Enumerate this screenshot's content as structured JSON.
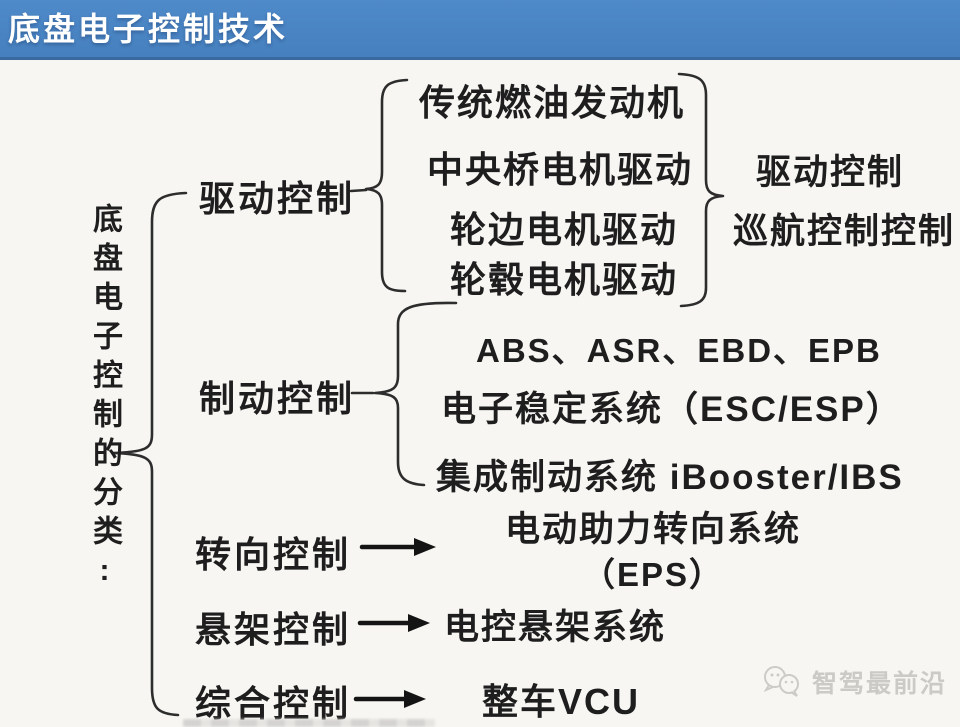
{
  "header": {
    "title": "底盘电子控制技术"
  },
  "root": {
    "label": "底盘电子控制的分类:"
  },
  "branches": {
    "drive": {
      "label": "驱动控制",
      "items": [
        "传统燃油发动机",
        "中央桥电机驱动",
        "轮边电机驱动",
        "轮毂电机驱动"
      ],
      "outputs": [
        "驱动控制",
        "巡航控制控制"
      ]
    },
    "brake": {
      "label": "制动控制",
      "items": [
        "ABS、ASR、EBD、EPB",
        "电子稳定系统（ESC/ESP）",
        "集成制动系统 iBooster/IBS"
      ]
    },
    "steering": {
      "label": "转向控制",
      "items": [
        "电动助力转向系统",
        "（EPS）"
      ]
    },
    "suspension": {
      "label": "悬架控制",
      "items": [
        "电控悬架系统"
      ]
    },
    "integrated": {
      "label": "综合控制",
      "items": [
        "整车VCU"
      ]
    }
  },
  "watermark": {
    "text": "智驾最前沿",
    "logo": "wechat-bubbles-icon"
  },
  "colors": {
    "header_bg": "#4a83c4",
    "header_border": "#39699f",
    "line": "#2d2d2d",
    "arrow": "#141414",
    "text": "#1e1e1e",
    "watermark": "#cbcac7",
    "background": "#f7f6f3"
  }
}
